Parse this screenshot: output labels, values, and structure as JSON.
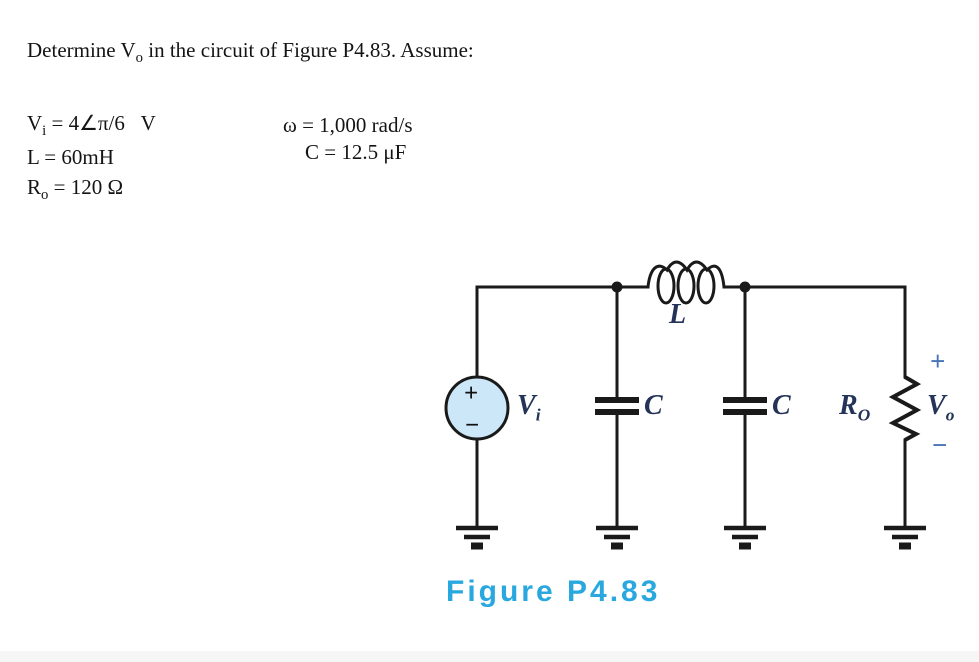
{
  "page": {
    "title_pre": "Determine V",
    "title_sub": "o",
    "title_post": " in the circuit of Figure P4.83. Assume:"
  },
  "given": {
    "vi_sym": "V",
    "vi_sub": "i",
    "vi_rest": " = 4∠π/6   V",
    "l_text": "L = 60mH",
    "ro_sym": "R",
    "ro_sub": "o",
    "ro_rest": " = 120 Ω",
    "omega_text": "ω = 1,000 rad/s",
    "c_text": "C = 12.5 μF"
  },
  "circuit": {
    "source_plus": "+",
    "source_minus": "−",
    "source_sym": "V",
    "source_sub": "i",
    "cap1_label": "C",
    "cap2_label": "C",
    "inductor_label": "L",
    "res_sym": "R",
    "res_sub": "O",
    "vo_plus": "+",
    "vo_sym": "V",
    "vo_sub": "o",
    "vo_minus": "−"
  },
  "caption": "Figure P4.83",
  "colors": {
    "caption_blue": "#29a8e0",
    "label_navy": "#243358",
    "plusminus_blue": "#4a74b8",
    "source_fill": "#cce7f7",
    "wire": "#1a1a1a"
  }
}
